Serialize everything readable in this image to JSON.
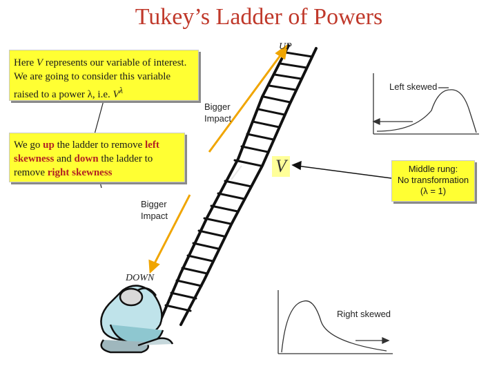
{
  "title": "Tukey’s Ladder of Powers",
  "box1": {
    "pre": "Here ",
    "v": "V",
    "mid": " represents our variable of interest.  We are going to consider this variable raised to a power λ, i.e. ",
    "v2": "V",
    "sup": "λ"
  },
  "box2": {
    "t1": "We go ",
    "up": "up",
    "t2": " the ladder to remove ",
    "left": "left skewness",
    "t3": " and ",
    "down": "down",
    "t4": " the ladder to remove ",
    "right": "right skewness"
  },
  "box3": {
    "line1": "Middle rung:",
    "line2": "No transformation",
    "line3": "(λ = 1)"
  },
  "labels": {
    "up": "UP",
    "down": "DOWN",
    "bigger1_a": "Bigger",
    "bigger1_b": "Impact",
    "bigger2_a": "Bigger",
    "bigger2_b": "Impact",
    "left_skewed": "Left skewed",
    "right_skewed": "Right skewed",
    "v_symbol": "V"
  },
  "colors": {
    "title": "#c0392b",
    "box": "#ffff33",
    "arrow_orange": "#f0a500",
    "emphasis": "#b22222"
  }
}
